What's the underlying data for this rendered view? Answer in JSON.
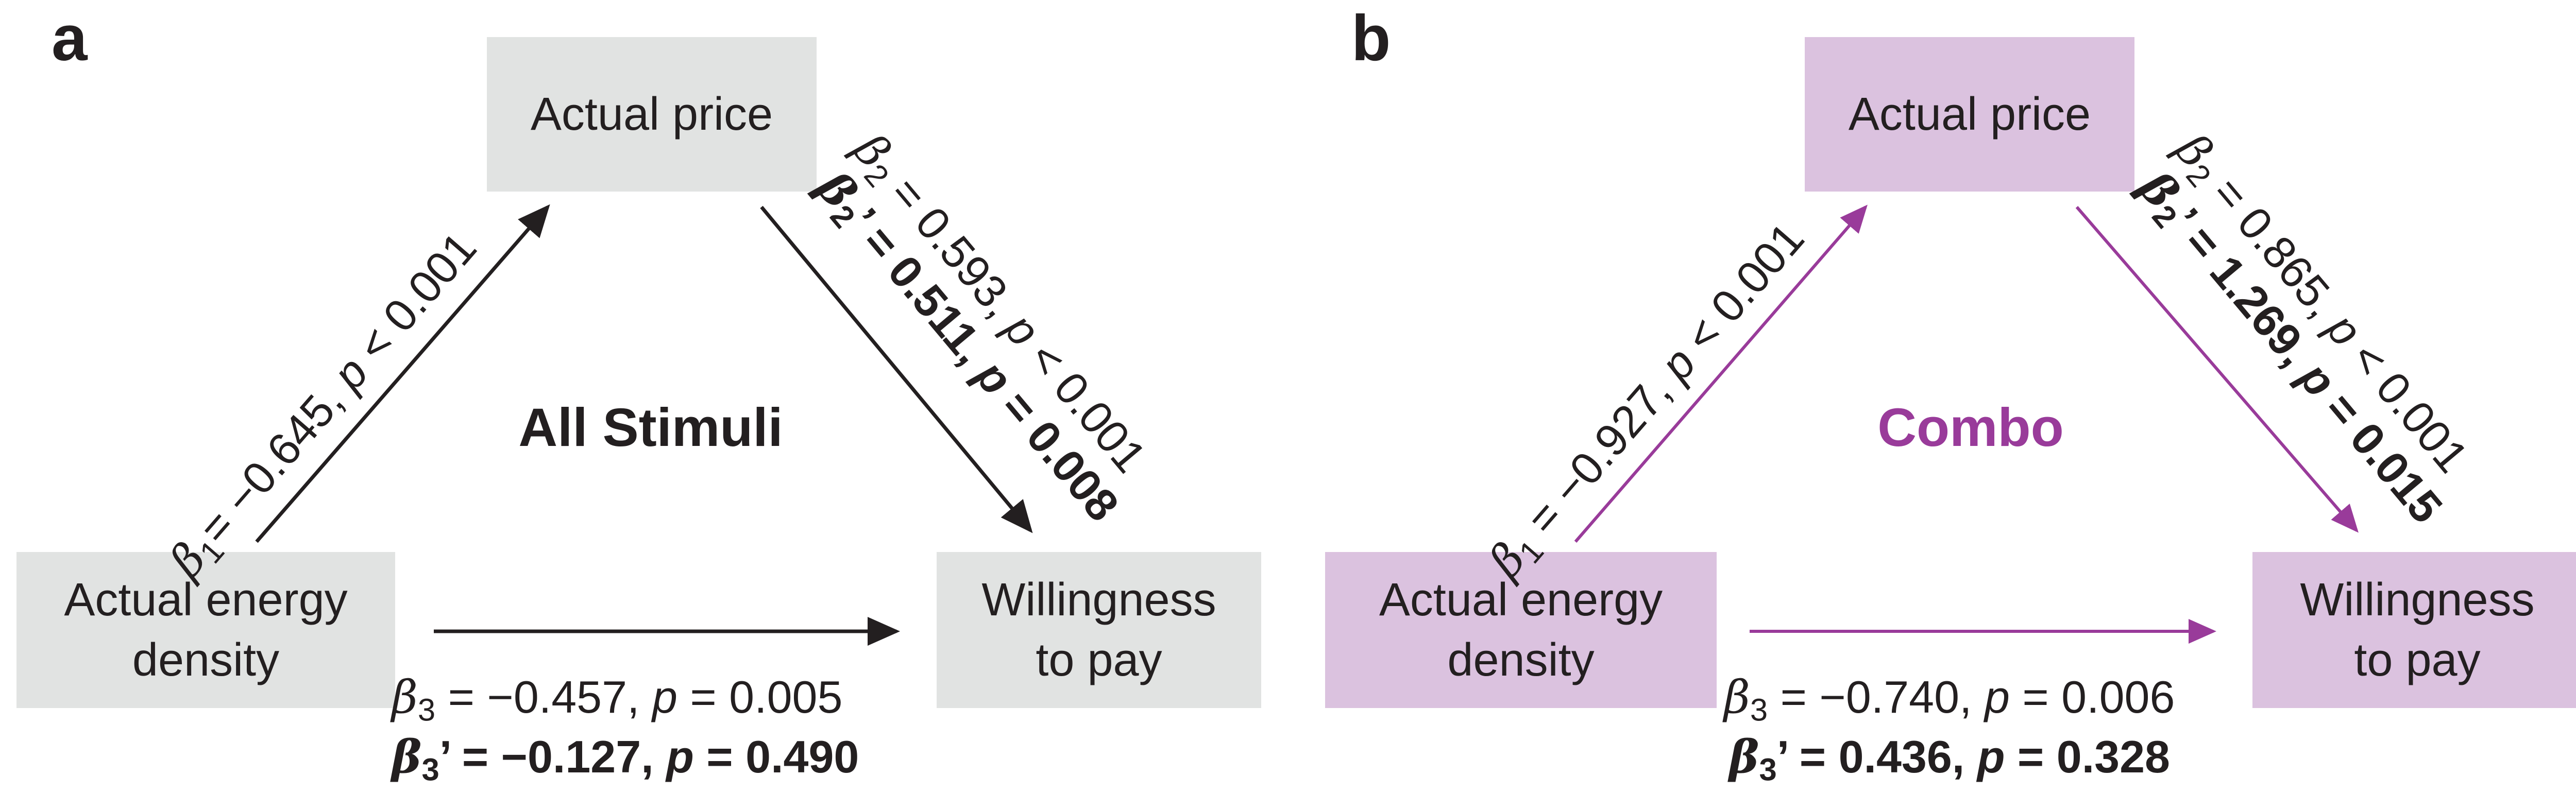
{
  "panels": [
    {
      "letter": "a",
      "center_label": "All Stimuli",
      "center_color": "#231f20",
      "box_color": "#e1e3e2",
      "arrow_color": "#231f20",
      "nodes": {
        "mediator": "Actual price",
        "predictor": "Actual energy\ndensity",
        "outcome": "Willingness\nto pay"
      },
      "paths": {
        "b1": {
          "symbol": "β",
          "sub": "1",
          "value": "= −0.645, ",
          "p_label": "p",
          "p_value": " < 0.001"
        },
        "b2": {
          "symbol": "β",
          "sub": "2",
          "value": " = 0.593, ",
          "p_label": "p",
          "p_value": " < 0.001"
        },
        "b2_prime": {
          "symbol": "β",
          "sub": "2",
          "prime": "’",
          "value": " = 0.511, ",
          "p_label": "p",
          "p_value": " = 0.008"
        },
        "b3": {
          "symbol": "β",
          "sub": "3",
          "value": " = −0.457, ",
          "p_label": "p",
          "p_value": " = 0.005"
        },
        "b3_prime": {
          "symbol": "β",
          "sub": "3",
          "prime": "’",
          "value": " = −0.127, ",
          "p_label": "p",
          "p_value": " = 0.490"
        }
      }
    },
    {
      "letter": "b",
      "center_label": "Combo",
      "center_color": "#993b9a",
      "box_color": "#dbc2df",
      "arrow_color": "#993b9a",
      "nodes": {
        "mediator": "Actual price",
        "predictor": "Actual energy\ndensity",
        "outcome": "Willingness\nto pay"
      },
      "paths": {
        "b1": {
          "symbol": "β",
          "sub": "1",
          "value": " = −0.927, ",
          "p_label": "p",
          "p_value": " < 0.001"
        },
        "b2": {
          "symbol": "β",
          "sub": "2",
          "value": " = 0.865, ",
          "p_label": "p",
          "p_value": " < 0.001"
        },
        "b2_prime": {
          "symbol": "β",
          "sub": "2",
          "prime": "’",
          "value": " = 1.269, ",
          "p_label": "p",
          "p_value": " = 0.015"
        },
        "b3": {
          "symbol": "β",
          "sub": "3",
          "value": " = −0.740, ",
          "p_label": "p",
          "p_value": " = 0.006"
        },
        "b3_prime": {
          "symbol": "β",
          "sub": "3",
          "prime": "’",
          "value": " = 0.436, ",
          "p_label": "p",
          "p_value": " = 0.328"
        }
      }
    }
  ]
}
